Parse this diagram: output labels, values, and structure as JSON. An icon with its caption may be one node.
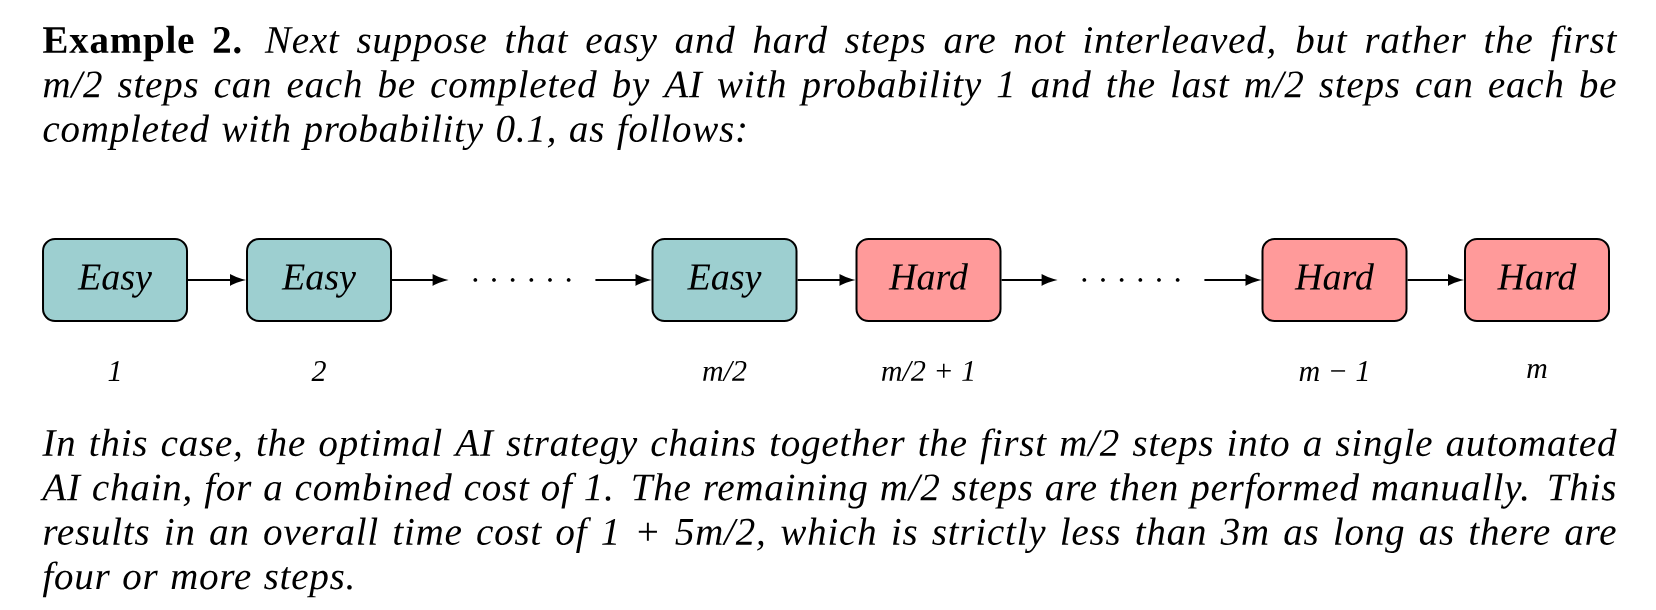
{
  "diagram": {
    "nodes": [
      {
        "text": [
          "Easy"
        ],
        "beside": [
          "1"
        ]
      },
      {
        "text": [
          "Easy"
        ],
        "beside": [
          "2"
        ]
      },
      {
        "text": [
          ". . . . . ."
        ]
      },
      {
        "text": [
          "Easy"
        ],
        "beside": [
          "m/2"
        ]
      },
      {
        "text": [
          "Hard"
        ],
        "beside": [
          "m/2 + 1"
        ]
      },
      {
        "text": [
          ". . . . . ."
        ]
      },
      {
        "text": [
          "Hard"
        ],
        "beside": [
          "m − 1"
        ]
      },
      {
        "text": [
          "Hard"
        ],
        "beside": [
          "m"
        ]
      }
    ],
    "edges": [
      {
        "from": 0,
        "to": 1,
        "arrow": "to"
      },
      {
        "from": 1,
        "to": 2,
        "arrow": "to"
      },
      {
        "from": 2,
        "to": 3,
        "arrow": "to"
      },
      {
        "from": 3,
        "to": 4,
        "arrow": "to"
      },
      {
        "from": 4,
        "to": 5,
        "arrow": "to"
      },
      {
        "from": 5,
        "to": 6,
        "arrow": "to"
      },
      {
        "from": 6,
        "to": 7,
        "arrow": "to"
      }
    ],
    "labels": [
      "**Example 2.** Next suppose that easy and hard steps are not interleaved, but rather the first m/2 steps can each be completed by AI with probability 1 and the last m/2 steps can each be completed with probability 0.1, as follows:",
      "In this case, the optimal AI strategy chains together the first m/2 steps into a single automated AI chain, for a combined cost of 1. The remaining m/2 steps are then performed manually. This results in an overall time cost of 1 + 5m/2, which is strictly less than 3m as long as there are four or more steps."
    ]
  }
}
